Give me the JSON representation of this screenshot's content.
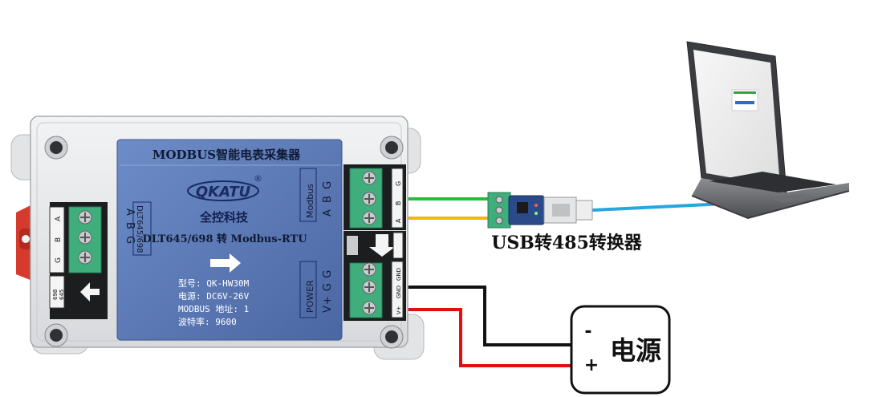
{
  "device": {
    "title": "MODBUS智能电表采集器",
    "brand": "QKATU",
    "brand_mark": "®",
    "brand_cn": "全控科技",
    "protocol": "DLT645/698 转 Modbus-RTU",
    "specs": [
      "型号: QK-HW30M",
      "电源: DC6V-26V",
      "MODBUS 地址: 1",
      "波特率: 9600"
    ],
    "left_port": {
      "label": "DLT645/698",
      "pins": "A B G",
      "sticker_pins": [
        "G",
        "B",
        "A"
      ],
      "sticker_side": [
        "698",
        "645"
      ]
    },
    "modbus_port": {
      "label": "Modbus",
      "pins": "A B G"
    },
    "power_port": {
      "label": "POWER",
      "pins": "V+ G G",
      "sticker_pins": [
        "GND",
        "GND",
        "V+"
      ]
    }
  },
  "converter_label": "USB转485转换器",
  "power_supply": {
    "label": "电源",
    "minus": "-",
    "plus": "+"
  },
  "colors": {
    "enclosure": "#e9eaec",
    "faceplate": "#5b7bb8",
    "terminal": "#3fae7c",
    "wire_a": "#2bbb3c",
    "wire_b": "#f2b705",
    "usb_cable": "#25a8e0",
    "power_negative": "#111111",
    "power_positive": "#e01010",
    "din_clip": "#d63a2c"
  }
}
